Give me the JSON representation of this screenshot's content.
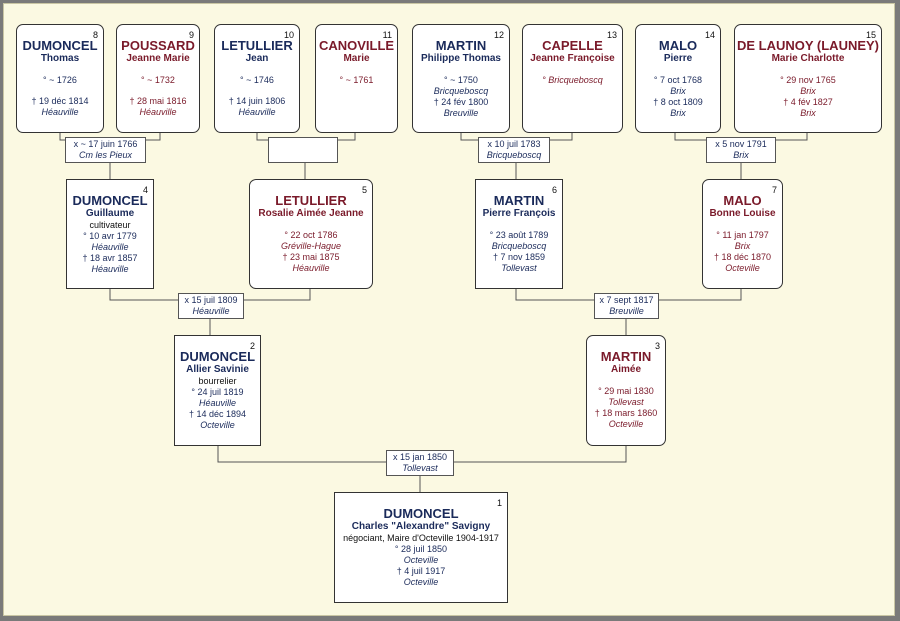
{
  "people": {
    "p1": {
      "num": "1",
      "surname": "DUMONCEL",
      "given": "Charles \"Alexandre\" Savigny",
      "occupation": "négociant, Maire d'Octeville 1904-1917",
      "birth": "° 28 juil 1850",
      "birth_place": "Octeville",
      "death": "† 4 juil 1917",
      "death_place": "Octeville"
    },
    "p2": {
      "num": "2",
      "surname": "DUMONCEL",
      "given": "Allier Savinie",
      "occupation": "bourrelier",
      "birth": "° 24 juil 1819",
      "birth_place": "Héauville",
      "death": "† 14 déc 1894",
      "death_place": "Octeville"
    },
    "p3": {
      "num": "3",
      "surname": "MARTIN",
      "given": "Aimée",
      "birth": "° 29 mai 1830",
      "birth_place": "Tollevast",
      "death": "† 18 mars 1860",
      "death_place": "Octeville"
    },
    "p4": {
      "num": "4",
      "surname": "DUMONCEL",
      "given": "Guillaume",
      "occupation": "cultivateur",
      "birth": "° 10 avr 1779",
      "birth_place": "Héauville",
      "death": "† 18 avr 1857",
      "death_place": "Héauville"
    },
    "p5": {
      "num": "5",
      "surname": "LETULLIER",
      "given": "Rosalie Aimée Jeanne",
      "birth": "° 22 oct 1786",
      "birth_place": "Gréville-Hague",
      "death": "† 23 mai 1875",
      "death_place": "Héauville"
    },
    "p6": {
      "num": "6",
      "surname": "MARTIN",
      "given": "Pierre François",
      "birth": "° 23 août 1789",
      "birth_place": "Bricqueboscq",
      "death": "† 7 nov 1859",
      "death_place": "Tollevast"
    },
    "p7": {
      "num": "7",
      "surname": "MALO",
      "given": "Bonne Louise",
      "birth": "° 11 jan 1797",
      "birth_place": "Brix",
      "death": "† 18 déc 1870",
      "death_place": "Octeville"
    },
    "p8": {
      "num": "8",
      "surname": "DUMONCEL",
      "given": "Thomas",
      "birth": "° ~ 1726",
      "death": "† 19 déc 1814",
      "death_place": "Héauville"
    },
    "p9": {
      "num": "9",
      "surname": "POUSSARD",
      "given": "Jeanne Marie",
      "birth": "° ~ 1732",
      "death": "† 28 mai 1816",
      "death_place": "Héauville"
    },
    "p10": {
      "num": "10",
      "surname": "LETULLIER",
      "given": "Jean",
      "birth": "° ~ 1746",
      "death": "† 14 juin 1806",
      "death_place": "Héauville"
    },
    "p11": {
      "num": "11",
      "surname": "CANOVILLE",
      "given": "Marie",
      "birth": "° ~ 1761"
    },
    "p12": {
      "num": "12",
      "surname": "MARTIN",
      "given": "Philippe Thomas",
      "birth": "° ~ 1750",
      "birth_place": "Bricqueboscq",
      "death": "† 24 fév 1800",
      "death_place": "Breuville"
    },
    "p13": {
      "num": "13",
      "surname": "CAPELLE",
      "given": "Jeanne Françoise",
      "birth": "° Bricqueboscq"
    },
    "p14": {
      "num": "14",
      "surname": "MALO",
      "given": "Pierre",
      "birth": "° 7 oct 1768",
      "birth_place": "Brix",
      "death": "† 8 oct 1809",
      "death_place": "Brix"
    },
    "p15": {
      "num": "15",
      "surname": "DE LAUNOY (LAUNEY)",
      "given": "Marie Charlotte",
      "birth": "° 29 nov 1765",
      "birth_place": "Brix",
      "death": "† 4 fév 1827",
      "death_place": "Brix"
    }
  },
  "marriages": {
    "m1": {
      "date": "x 15 jan 1850",
      "place": "Tollevast"
    },
    "m2": {
      "date": "x 15 juil 1809",
      "place": "Héauville"
    },
    "m3": {
      "date": "x 7 sept 1817",
      "place": "Breuville"
    },
    "m4": {
      "date": "x ~ 17 juin 1766",
      "place": "Cm les Pieux"
    },
    "m5": {
      "date": "",
      "place": ""
    },
    "m6": {
      "date": "x 10 juil 1783",
      "place": "Bricqueboscq"
    },
    "m7": {
      "date": "x 5 nov 1791",
      "place": "Brix"
    }
  },
  "colors": {
    "male": "#1a2a5a",
    "female": "#7a1a2a",
    "background": "#fbf9e2",
    "line": "#555555"
  }
}
